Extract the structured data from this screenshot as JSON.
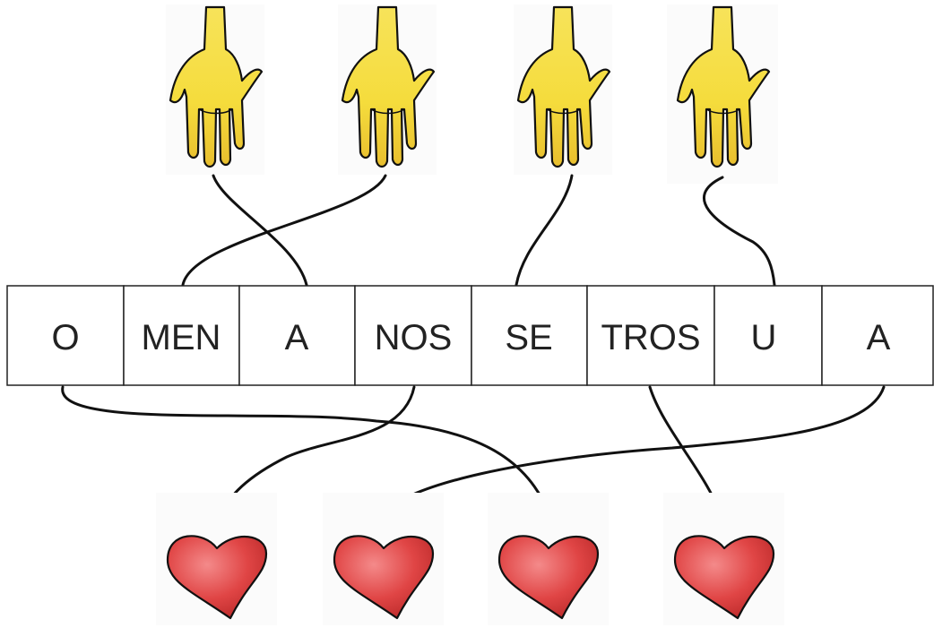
{
  "words": [
    "O",
    "MEN",
    "A",
    "NOS",
    "SE",
    "TROS",
    "U",
    "A"
  ],
  "hands": {
    "count": 4,
    "icon": "hand-icon",
    "links": [
      2,
      1,
      4,
      6
    ]
  },
  "hearts": {
    "count": 4,
    "icon": "heart-icon",
    "links": [
      3,
      7,
      0,
      5
    ]
  },
  "colors": {
    "skin": "#F5DC3C",
    "skin_shade": "#E3B52A",
    "heart": "#E04545",
    "heart_shade": "#B82828",
    "ink": "#111111",
    "text": "#222222",
    "box_border": "#222222"
  }
}
